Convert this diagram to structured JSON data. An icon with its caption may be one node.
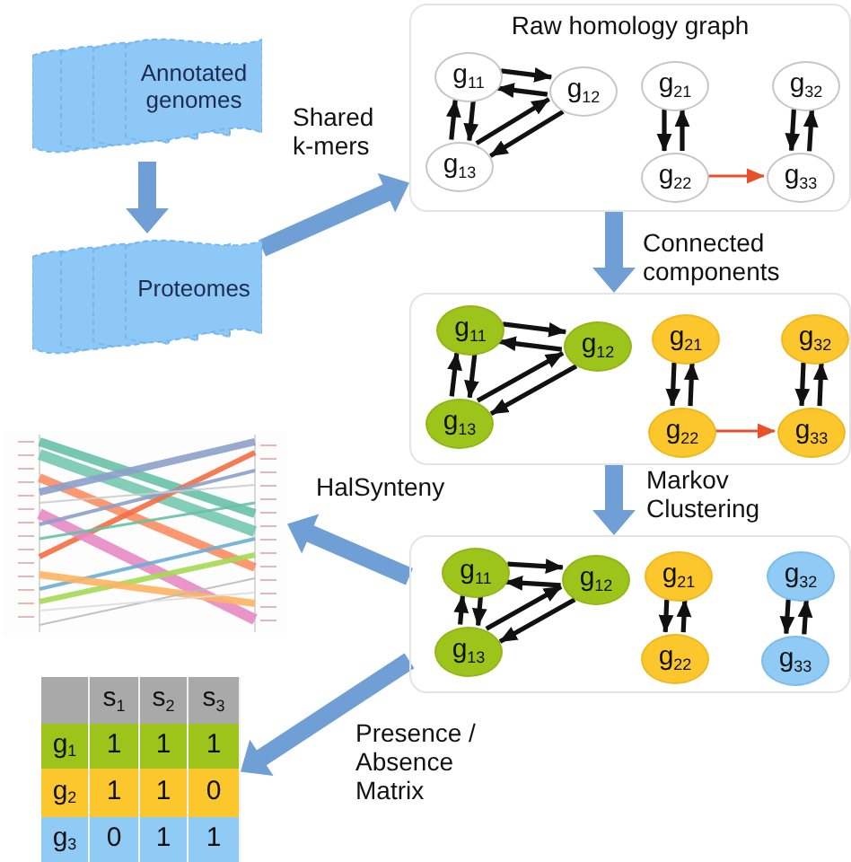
{
  "diagram": {
    "nodes": [
      {
        "text": [
          "Annotated genomes"
        ]
      },
      {
        "text": [
          "Proteomes"
        ]
      },
      {
        "text": [
          "Raw homology graph"
        ]
      },
      {
        "text": [
          "g$_{11}$"
        ],
        "in": 2
      },
      {
        "text": [
          "g$_{12}$"
        ],
        "in": 2
      },
      {
        "text": [
          "g$_{13}$"
        ],
        "in": 2
      },
      {
        "text": [
          "g$_{21}$"
        ],
        "in": 2
      },
      {
        "text": [
          "g$_{22}$"
        ],
        "in": 2
      },
      {
        "text": [
          "g$_{32}$"
        ],
        "in": 2
      },
      {
        "text": [
          "g$_{33}$"
        ],
        "in": 2
      },
      {
        "text": [],
        "shape": "box"
      },
      {
        "text": [
          "g$_{11}$"
        ],
        "in": 10
      },
      {
        "text": [
          "g$_{12}$"
        ],
        "in": 10
      },
      {
        "text": [
          "g$_{13}$"
        ],
        "in": 10
      },
      {
        "text": [
          "g$_{21}$"
        ],
        "in": 10
      },
      {
        "text": [
          "g$_{22}$"
        ],
        "in": 10
      },
      {
        "text": [
          "g$_{32}$"
        ],
        "in": 10
      },
      {
        "text": [
          "g$_{33}$"
        ],
        "in": 10
      },
      {
        "text": [],
        "shape": "box"
      },
      {
        "text": [
          "g$_{11}$"
        ],
        "in": 18
      },
      {
        "text": [
          "g$_{12}$"
        ],
        "in": 18
      },
      {
        "text": [
          "g$_{13}$"
        ],
        "in": 18
      },
      {
        "text": [
          "g$_{21}$"
        ],
        "in": 18
      },
      {
        "text": [
          "g$_{22}$"
        ],
        "in": 18
      },
      {
        "text": [
          "g$_{32}$"
        ],
        "in": 18
      },
      {
        "text": [
          "g$_{33}$"
        ],
        "in": 18
      },
      {
        "text": [],
        "shape": "picture"
      },
      {
        "text": [
          "s$_{1}$",
          "s$_{2}$",
          "s$_{3}$",
          "g$_{1}$",
          "1",
          "1",
          "1",
          "g$_{2}$",
          "1",
          "1",
          "0",
          "g$_{3}$",
          "0",
          "1",
          "1"
        ]
      }
    ],
    "edges": [
      {
        "from": 0,
        "to": 1,
        "arrow": "to",
        "style": "thick",
        "color": "#6f9fd4"
      },
      {
        "from": 1,
        "to": 2,
        "arrow": "to",
        "label": "Shared k-mers",
        "style": "thick",
        "color": "#6f9fd4"
      },
      {
        "from": 2,
        "to": 10,
        "arrow": "to",
        "label": "Connected components",
        "style": "thick",
        "color": "#6f9fd4"
      },
      {
        "from": 10,
        "to": 18,
        "arrow": "to",
        "label": "Markov Clustering",
        "style": "thick",
        "color": "#6f9fd4"
      },
      {
        "from": 18,
        "to": 26,
        "arrow": "to",
        "label": "HalSynteny",
        "style": "thick",
        "color": "#6f9fd4"
      },
      {
        "from": 18,
        "to": 27,
        "arrow": "to",
        "label": "Presence / Absence Matrix",
        "style": "thick",
        "color": "#6f9fd4"
      },
      {
        "from": 3,
        "to": 4,
        "arrow": "to"
      },
      {
        "from": 4,
        "to": 3,
        "arrow": "to"
      },
      {
        "from": 5,
        "to": 3,
        "arrow": "to"
      },
      {
        "from": 3,
        "to": 5,
        "arrow": "to"
      },
      {
        "from": 5,
        "to": 4,
        "arrow": "to"
      },
      {
        "from": 4,
        "to": 5,
        "arrow": "to"
      },
      {
        "from": 6,
        "to": 7,
        "arrow": "to"
      },
      {
        "from": 7,
        "to": 6,
        "arrow": "to"
      },
      {
        "from": 8,
        "to": 9,
        "arrow": "to"
      },
      {
        "from": 9,
        "to": 8,
        "arrow": "to"
      },
      {
        "from": 7,
        "to": 9,
        "arrow": "to",
        "color": "#e8502a"
      },
      {
        "from": 11,
        "to": 12,
        "arrow": "to"
      },
      {
        "from": 12,
        "to": 11,
        "arrow": "to"
      },
      {
        "from": 13,
        "to": 11,
        "arrow": "to"
      },
      {
        "from": 11,
        "to": 13,
        "arrow": "to"
      },
      {
        "from": 13,
        "to": 12,
        "arrow": "to"
      },
      {
        "from": 12,
        "to": 13,
        "arrow": "to"
      },
      {
        "from": 14,
        "to": 15,
        "arrow": "to"
      },
      {
        "from": 15,
        "to": 14,
        "arrow": "to"
      },
      {
        "from": 16,
        "to": 17,
        "arrow": "to"
      },
      {
        "from": 17,
        "to": 16,
        "arrow": "to"
      },
      {
        "from": 15,
        "to": 17,
        "arrow": "to",
        "color": "#e8502a"
      },
      {
        "from": 19,
        "to": 20,
        "arrow": "to"
      },
      {
        "from": 20,
        "to": 19,
        "arrow": "to"
      },
      {
        "from": 21,
        "to": 19,
        "arrow": "to"
      },
      {
        "from": 19,
        "to": 21,
        "arrow": "to"
      },
      {
        "from": 21,
        "to": 20,
        "arrow": "to"
      },
      {
        "from": 20,
        "to": 21,
        "arrow": "to"
      },
      {
        "from": 22,
        "to": 23,
        "arrow": "to"
      },
      {
        "from": 23,
        "to": 22,
        "arrow": "to"
      },
      {
        "from": 24,
        "to": 25,
        "arrow": "to"
      },
      {
        "from": 25,
        "to": 24,
        "arrow": "to"
      }
    ]
  }
}
